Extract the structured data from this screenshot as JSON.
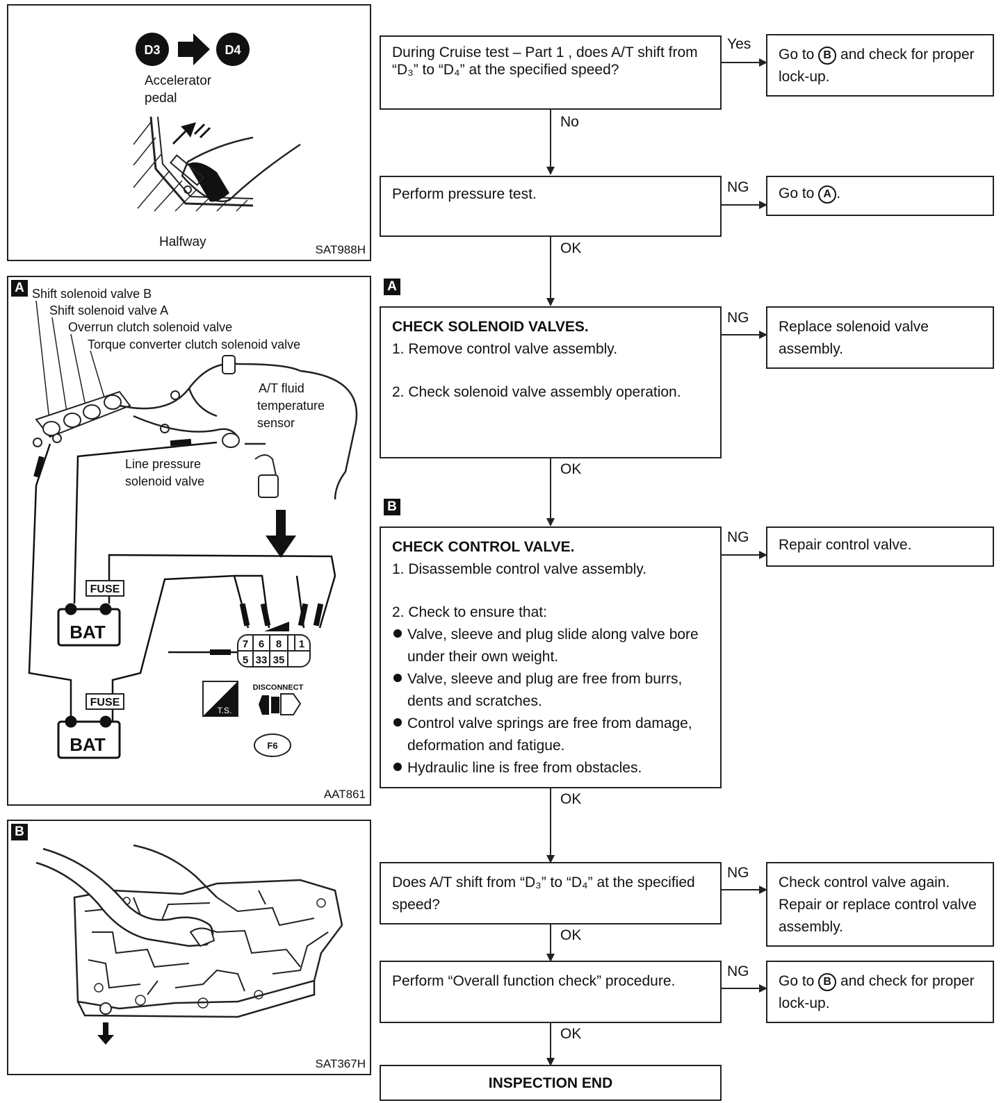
{
  "panels": {
    "top": {
      "d3": "D3",
      "d4": "D4",
      "accel_label": "Accelerator pedal",
      "halfway": "Halfway",
      "code": "SAT988H"
    },
    "middle": {
      "tag": "A",
      "callouts": [
        "Shift solenoid valve B",
        "Shift solenoid valve A",
        "Overrun clutch solenoid valve",
        "Torque converter clutch solenoid valve"
      ],
      "fluid_sensor": [
        "A/T fluid",
        "temperature",
        "sensor"
      ],
      "line_pressure": [
        "Line pressure",
        "solenoid valve"
      ],
      "fuse": "FUSE",
      "bat": "BAT",
      "connector_pins_top": [
        "7",
        "6",
        "8",
        "1"
      ],
      "connector_pins_bottom": [
        "5",
        "33",
        "35"
      ],
      "disconnect": "DISCONNECT",
      "ts": "T.S.",
      "f6": "F6",
      "code": "AAT861"
    },
    "bottom": {
      "tag": "B",
      "code": "SAT367H"
    }
  },
  "flow": {
    "step1": {
      "question": "During Cruise test – Part 1 , does A/T shift from “D₃” to “D₄” at the specified speed?"
    },
    "yes_label": "Yes",
    "yes_result": {
      "pre": "Go to ",
      "circle": "B",
      "post": " and check for proper lock-up."
    },
    "no_label": "No",
    "step2": {
      "text": "Perform pressure test."
    },
    "ng_label": "NG",
    "ok_label": "OK",
    "step2_ng": {
      "pre": "Go to ",
      "circle": "A",
      "post": "."
    },
    "tag_a": "A",
    "step3": {
      "title": "CHECK SOLENOID VALVES.",
      "items": [
        "1. Remove control valve assembly.",
        "2. Check solenoid valve assembly operation."
      ]
    },
    "step3_ng": "Replace solenoid valve assembly.",
    "tag_b": "B",
    "step4": {
      "title": "CHECK CONTROL VALVE.",
      "items": [
        "1. Disassemble control valve assembly.",
        "2. Check to ensure that:"
      ],
      "bullets": [
        "Valve, sleeve and plug slide along valve bore under their own weight.",
        "Valve, sleeve and plug are free from burrs, dents and scratches.",
        "Control valve springs are free from damage, deformation and fatigue.",
        "Hydraulic line is free from obstacles."
      ]
    },
    "step4_ng": "Repair control valve.",
    "step5": {
      "question": "Does A/T shift from “D₃” to “D₄” at the specified speed?"
    },
    "step5_ng": "Check control valve again. Repair or replace control valve assembly.",
    "step6": {
      "text": "Perform “Overall function check” procedure."
    },
    "step6_ng": {
      "pre": "Go to ",
      "circle": "B",
      "post": " and check for proper lock-up."
    },
    "end": "INSPECTION END"
  }
}
